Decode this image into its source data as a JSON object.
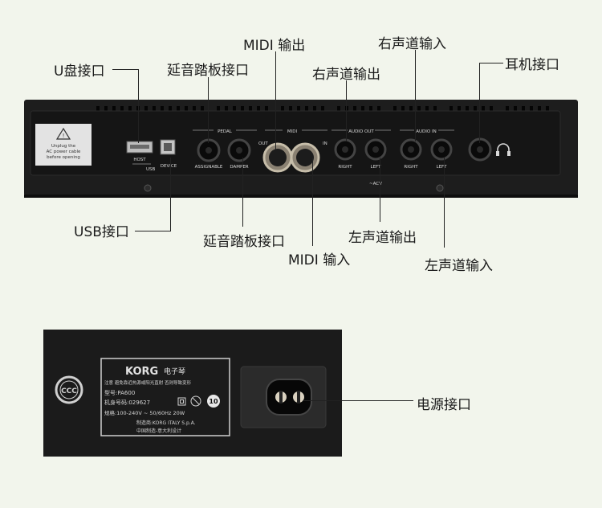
{
  "callouts": {
    "usb_drive_port": "U盘接口",
    "sustain_pedal_top": "延音踏板接口",
    "midi_out": "MIDI 输出",
    "right_audio_out": "右声道输出",
    "right_audio_in": "右声道输入",
    "headphone": "耳机接口",
    "usb_port": "USB接口",
    "sustain_pedal_bottom": "延音踏板接口",
    "midi_in": "MIDI 输入",
    "left_audio_out": "左声道输出",
    "left_audio_in": "左声道输入",
    "power_port": "电源接口"
  },
  "panel": {
    "warning_lines": [
      "Unplug the",
      "AC power cable",
      "before opening"
    ],
    "host": "HOST",
    "usb": "USB",
    "device": "DEVICE",
    "pedal": "PEDAL",
    "assignable": "ASSIGNABLE",
    "damper": "DAMPER",
    "midi": "MIDI",
    "out": "OUT",
    "in": "IN",
    "audio_out": "AUDIO OUT",
    "audio_in": "AUDIO IN",
    "right": "RIGHT",
    "left": "LEFT",
    "acv": "~ACV"
  },
  "label_plate": {
    "brand": "KORG",
    "product": "电子琴",
    "notice": "注意 避免靠近热源或阳光直射 否则导致变形",
    "model": "型号:PA600",
    "serial": "机身号码:029627",
    "spec": "规格:100-240V  ~  50/60Hz  20W",
    "maker": "制造商:KORG ITALY S.p.A.",
    "origin": "中国制造-意大利设计",
    "ccc": "CCC",
    "rating": "10"
  },
  "colors": {
    "background": "#f2f5ec",
    "panel": "#1d1d1d",
    "text_light": "#d8d8d8"
  }
}
